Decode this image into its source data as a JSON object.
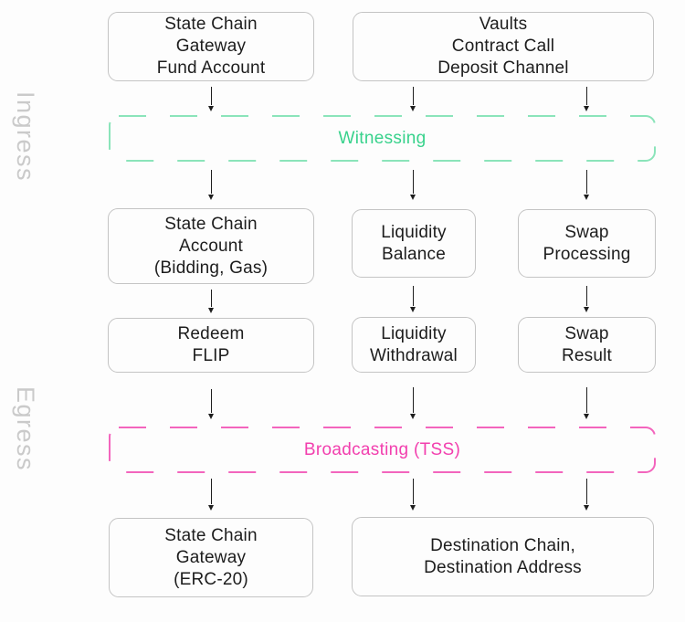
{
  "diagram": {
    "side_labels": {
      "ingress": "Ingress",
      "egress": "Egress"
    },
    "bands": {
      "witnessing": {
        "label": "Witnessing",
        "text_color": "#38d28c",
        "border_color": "#8be4ba"
      },
      "broadcasting": {
        "label": "Broadcasting (TSS)",
        "text_color": "#f23fae",
        "border_color": "#f365bd"
      }
    },
    "nodes": {
      "fund_account": {
        "label": "State Chain\nGateway\nFund Account"
      },
      "vaults": {
        "label": "Vaults\nContract Call\nDeposit Channel"
      },
      "state_chain_account": {
        "label": "State Chain\nAccount\n(Bidding, Gas)"
      },
      "liquidity_balance": {
        "label": "Liquidity\nBalance"
      },
      "swap_processing": {
        "label": "Swap\nProcessing"
      },
      "redeem_flip": {
        "label": "Redeem\nFLIP"
      },
      "liquidity_withdrawal": {
        "label": "Liquidity\nWithdrawal"
      },
      "swap_result": {
        "label": "Swap\nResult"
      },
      "gateway_erc20": {
        "label": "State Chain\nGateway\n(ERC-20)"
      },
      "destination": {
        "label": "Destination Chain,\nDestination Address"
      }
    },
    "colors": {
      "box_border": "#c4c4c4",
      "box_text": "#1d1d1d",
      "arrow": "#1e1e1e",
      "side_label": "#cacaca",
      "background": "#fdfdfd"
    }
  }
}
